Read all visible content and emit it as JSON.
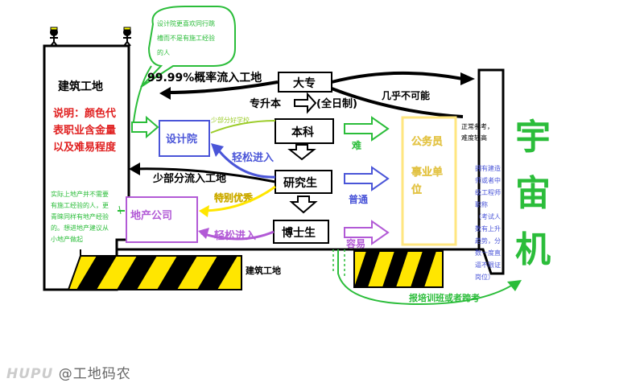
{
  "watermark": {
    "brand": "HUPU",
    "author": "@工地码农"
  },
  "left_wall": {
    "title": "建筑工地",
    "note_lines": [
      "说明：颜色代",
      "表职业含金量",
      "以及难易程度"
    ],
    "bottom_note_lines": [
      "实际上地产并不需要",
      "有施工经验的人，更",
      "青睐同样有地产经验",
      "的。想进地产建议从",
      "小地产做起"
    ]
  },
  "speech": {
    "lines": [
      "设计院更喜欢同行跳",
      "槽而不是有施工经验",
      "的人"
    ]
  },
  "flow_top": {
    "prob": "99.99%概率流入工地",
    "zhuansheng": "专升本",
    "fulltime": "(全日制)",
    "almost": "几乎不可能",
    "daozhuan": "大专"
  },
  "degrees": {
    "benke": "本科",
    "yanjiu": "研究生",
    "boshi": "博士生"
  },
  "left_targets": {
    "sheji": "设计院",
    "dichan": "地产公司",
    "shaobufen_haoxuexiao": "少部分好学校",
    "qingsong1": "轻松进入",
    "shaobufen_liuru": "少部分流入工地",
    "tebie": "特别优秀",
    "qingsong2": "轻松进入"
  },
  "arrows_right": {
    "nan": "难",
    "putong": "普通",
    "rongyi": "容易"
  },
  "gongwu": {
    "line1": "公务员",
    "line2a": "事业单",
    "line2b": "位"
  },
  "right_wall": {
    "top_lines": [
      "正常参考，",
      "难度较高"
    ],
    "bottom_lines": [
      "拥有建造",
      "师或者中",
      "级工程师",
      "职称",
      "（考试人",
      "数有上升",
      "趋势，分",
      "数一度直",
      "逼不限证",
      "岗位）"
    ]
  },
  "universe": [
    "宇",
    "宙",
    "机"
  ],
  "bottom": {
    "site": "建筑工地",
    "train": "报培训班或者跨考"
  },
  "colors": {
    "green": "#2bbd3a",
    "blue": "#4a55d8",
    "purple": "#b25ad6",
    "yellow": "#ffe680",
    "red": "#e02020",
    "lime": "#9ccc2a"
  }
}
